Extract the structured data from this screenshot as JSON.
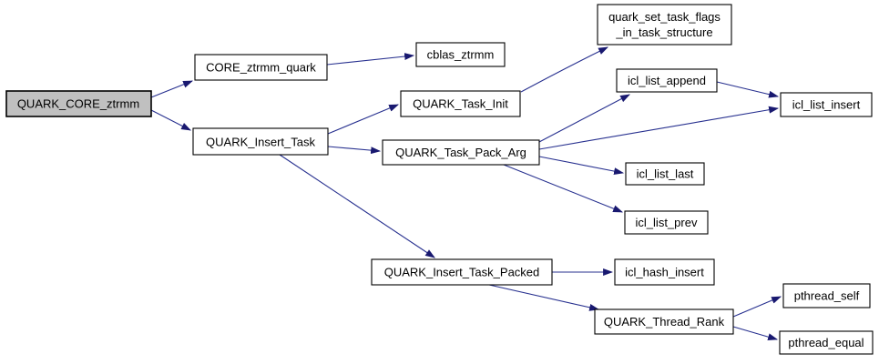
{
  "diagram": {
    "type": "call-graph",
    "colors": {
      "background": "#ffffff",
      "edge": "#27308f",
      "arrowhead": "#191970",
      "node_border": "#000000",
      "node_fill": "#ffffff",
      "highlight_fill": "#c0c0c0"
    },
    "nodes": [
      {
        "id": "QUARK_CORE_ztrmm",
        "label": "QUARK_CORE_ztrmm",
        "highlighted": true
      },
      {
        "id": "CORE_ztrmm_quark",
        "label": "CORE_ztrmm_quark"
      },
      {
        "id": "QUARK_Insert_Task",
        "label": "QUARK_Insert_Task"
      },
      {
        "id": "cblas_ztrmm",
        "label": "cblas_ztrmm"
      },
      {
        "id": "QUARK_Task_Init",
        "label": "QUARK_Task_Init"
      },
      {
        "id": "QUARK_Task_Pack_Arg",
        "label": "QUARK_Task_Pack_Arg"
      },
      {
        "id": "quark_set_task_flags_in_task_structure",
        "lines": [
          "quark_set_task_flags",
          "_in_task_structure"
        ]
      },
      {
        "id": "icl_list_append",
        "label": "icl_list_append"
      },
      {
        "id": "icl_list_insert",
        "label": "icl_list_insert"
      },
      {
        "id": "icl_list_last",
        "label": "icl_list_last"
      },
      {
        "id": "icl_list_prev",
        "label": "icl_list_prev"
      },
      {
        "id": "QUARK_Insert_Task_Packed",
        "label": "QUARK_Insert_Task_Packed"
      },
      {
        "id": "icl_hash_insert",
        "label": "icl_hash_insert"
      },
      {
        "id": "QUARK_Thread_Rank",
        "label": "QUARK_Thread_Rank"
      },
      {
        "id": "pthread_self",
        "label": "pthread_self"
      },
      {
        "id": "pthread_equal",
        "label": "pthread_equal"
      }
    ],
    "edges": [
      {
        "from": "QUARK_CORE_ztrmm",
        "to": "CORE_ztrmm_quark"
      },
      {
        "from": "QUARK_CORE_ztrmm",
        "to": "QUARK_Insert_Task"
      },
      {
        "from": "CORE_ztrmm_quark",
        "to": "cblas_ztrmm"
      },
      {
        "from": "QUARK_Insert_Task",
        "to": "QUARK_Task_Init"
      },
      {
        "from": "QUARK_Insert_Task",
        "to": "QUARK_Task_Pack_Arg"
      },
      {
        "from": "QUARK_Insert_Task",
        "to": "QUARK_Insert_Task_Packed"
      },
      {
        "from": "QUARK_Task_Init",
        "to": "quark_set_task_flags_in_task_structure"
      },
      {
        "from": "QUARK_Task_Pack_Arg",
        "to": "icl_list_append"
      },
      {
        "from": "QUARK_Task_Pack_Arg",
        "to": "icl_list_insert"
      },
      {
        "from": "QUARK_Task_Pack_Arg",
        "to": "icl_list_last"
      },
      {
        "from": "QUARK_Task_Pack_Arg",
        "to": "icl_list_prev"
      },
      {
        "from": "icl_list_append",
        "to": "icl_list_insert"
      },
      {
        "from": "QUARK_Insert_Task_Packed",
        "to": "icl_hash_insert"
      },
      {
        "from": "QUARK_Insert_Task_Packed",
        "to": "QUARK_Thread_Rank"
      },
      {
        "from": "QUARK_Thread_Rank",
        "to": "pthread_self"
      },
      {
        "from": "QUARK_Thread_Rank",
        "to": "pthread_equal"
      }
    ]
  }
}
